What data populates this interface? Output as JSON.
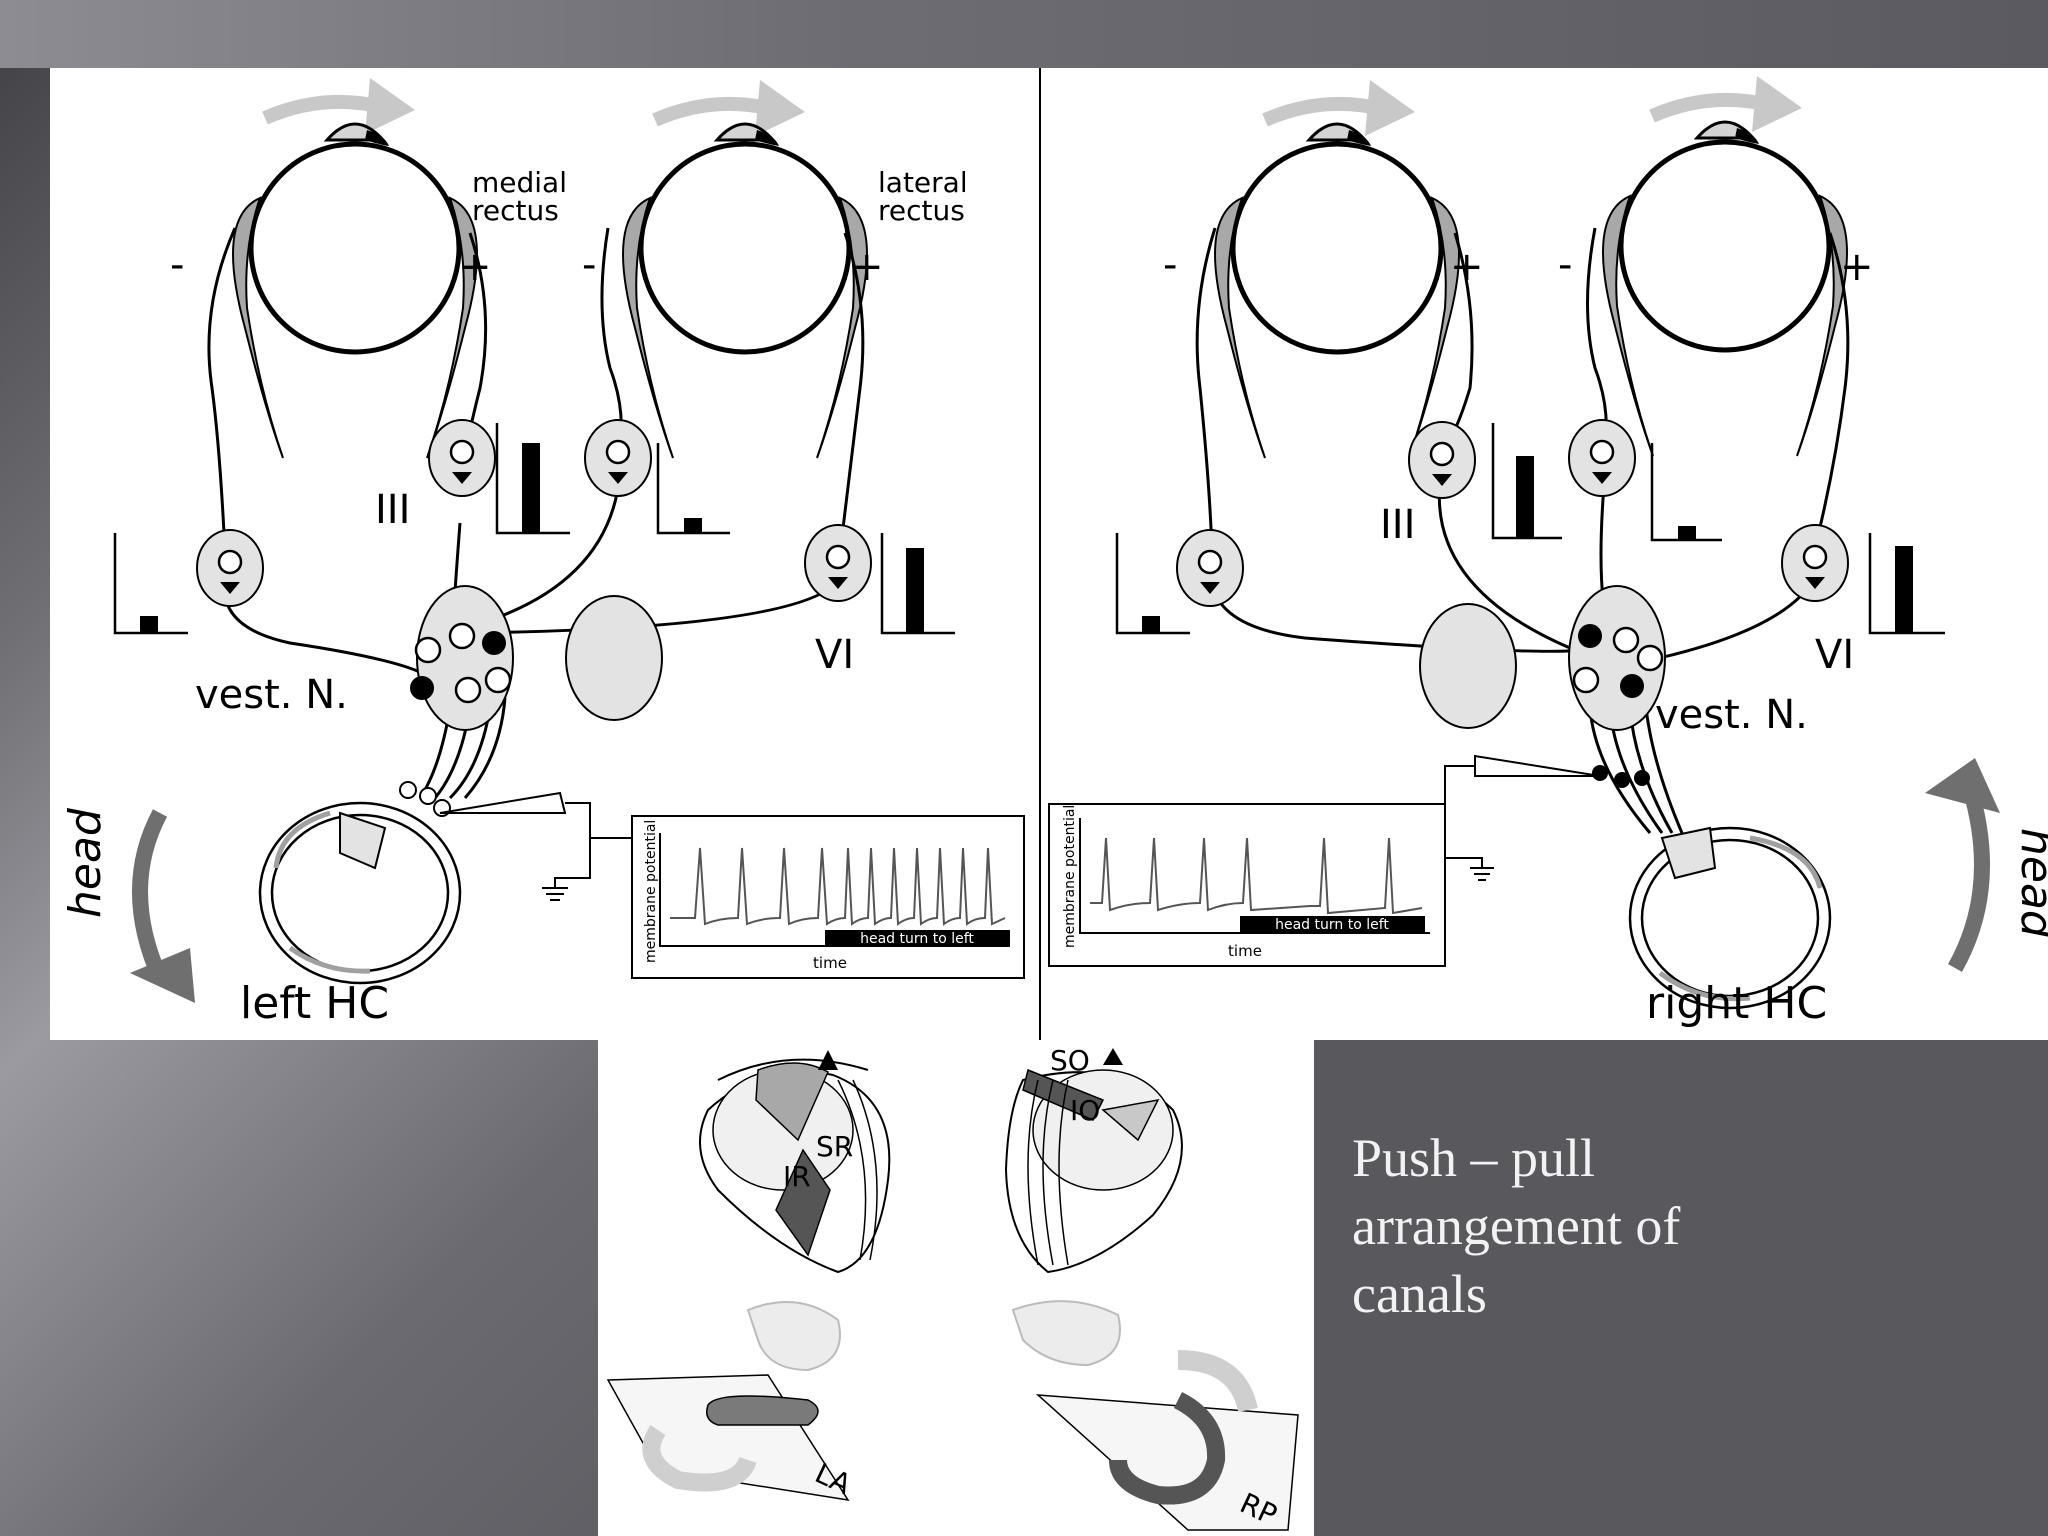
{
  "left_panel": {
    "medial_rectus": [
      "medial",
      "rectus"
    ],
    "lateral_rectus": [
      "lateral",
      "rectus"
    ],
    "minus": "-",
    "plus": "+",
    "nucleus_III": "III",
    "nucleus_VI": "VI",
    "vest_n": "vest. N.",
    "hc_label": "left HC",
    "head_label": "head",
    "plot_ylabel": "membrane potential",
    "plot_xlabel": "time",
    "plot_bar": "head turn to left"
  },
  "right_panel": {
    "minus": "-",
    "plus": "+",
    "nucleus_III": "III",
    "nucleus_VI": "VI",
    "vest_n": "vest. N.",
    "hc_label": "right HC",
    "head_label": "head",
    "plot_ylabel": "membrane potential",
    "plot_xlabel": "time",
    "plot_bar": "head turn to left"
  },
  "bottom_figure": {
    "muscles": [
      "SR",
      "IR",
      "SO",
      "IO"
    ],
    "canals": [
      "LA",
      "RP"
    ]
  },
  "caption": {
    "lines": [
      "Push – pull",
      "arrangement of",
      "canals"
    ]
  },
  "colors": {
    "light_gray": "#e3e3e3",
    "mid_gray": "#a8a8a8",
    "dark_gray": "#555555"
  }
}
